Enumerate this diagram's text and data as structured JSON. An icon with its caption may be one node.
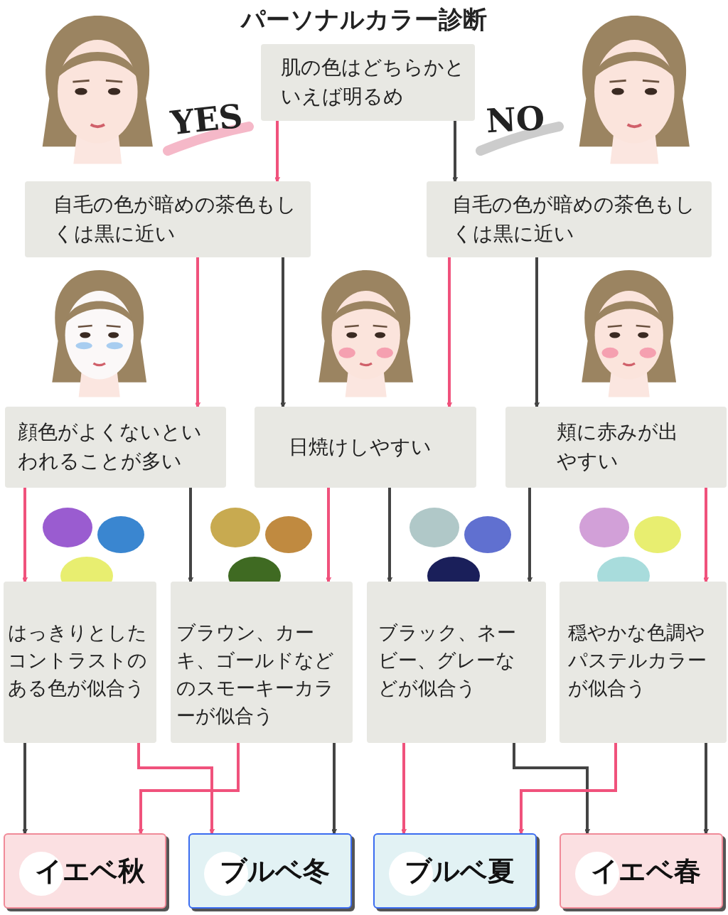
{
  "diagram": {
    "title": "パーソナルカラー診断",
    "nodes": [
      {
        "text": [
          "肌の色はどちらかといえば明るめ"
        ]
      },
      {
        "text": [
          "自毛の色が暗めの茶色もしくは黒に近い"
        ]
      },
      {
        "text": [
          "自毛の色が暗めの茶色もしくは黒に近い"
        ]
      },
      {
        "text": [
          "顔色がよくないといわれることが多い"
        ]
      },
      {
        "text": [
          "日焼けしやすい"
        ]
      },
      {
        "text": [
          "頬に赤みが出やすい"
        ]
      },
      {
        "text": [
          "はっきりとしたコントラストのある色が似合う"
        ]
      },
      {
        "text": [
          "ブラウン、カーキ、ゴールドなどのスモーキーカラーが似合う"
        ]
      },
      {
        "text": [
          "ブラック、ネービー、グレーなどが似合う"
        ]
      },
      {
        "text": [
          "穏やかな色調やパステルカラーが似合う"
        ]
      },
      {
        "text": [
          "イエベ秋"
        ]
      },
      {
        "text": [
          "ブルベ冬"
        ]
      },
      {
        "text": [
          "ブルベ夏"
        ]
      },
      {
        "text": [
          "イエベ春"
        ]
      }
    ],
    "edges": [
      {
        "from": 0,
        "to": 1,
        "arrow": "to",
        "color": "#f0527c"
      },
      {
        "from": 0,
        "to": 2,
        "arrow": "to",
        "color": "#444444"
      },
      {
        "from": 1,
        "to": 3,
        "arrow": "to",
        "color": "#f0527c"
      },
      {
        "from": 1,
        "to": 4,
        "arrow": "to",
        "color": "#444444"
      },
      {
        "from": 2,
        "to": 4,
        "arrow": "to",
        "color": "#f0527c"
      },
      {
        "from": 2,
        "to": 5,
        "arrow": "to",
        "color": "#444444"
      },
      {
        "from": 3,
        "to": 6,
        "arrow": "to",
        "color": "#f0527c"
      },
      {
        "from": 3,
        "to": 7,
        "arrow": "to",
        "color": "#444444"
      },
      {
        "from": 4,
        "to": 7,
        "arrow": "to",
        "color": "#f0527c"
      },
      {
        "from": 4,
        "to": 8,
        "arrow": "to",
        "color": "#444444"
      },
      {
        "from": 5,
        "to": 8,
        "arrow": "to",
        "color": "#444444"
      },
      {
        "from": 5,
        "to": 9,
        "arrow": "to",
        "color": "#f0527c"
      },
      {
        "from": 6,
        "to": 10,
        "arrow": "to",
        "color": "#444444"
      },
      {
        "from": 6,
        "to": 11,
        "arrow": "to",
        "color": "#f0527c"
      },
      {
        "from": 7,
        "to": 10,
        "arrow": "to",
        "color": "#f0527c"
      },
      {
        "from": 7,
        "to": 11,
        "arrow": "to",
        "color": "#444444"
      },
      {
        "from": 8,
        "to": 12,
        "arrow": "to",
        "color": "#f0527c"
      },
      {
        "from": 8,
        "to": 13,
        "arrow": "to",
        "color": "#444444"
      },
      {
        "from": 9,
        "to": 12,
        "arrow": "to",
        "color": "#f0527c"
      },
      {
        "from": 9,
        "to": 13,
        "arrow": "to",
        "color": "#444444"
      }
    ],
    "labels": [
      "YES",
      "NO"
    ]
  }
}
